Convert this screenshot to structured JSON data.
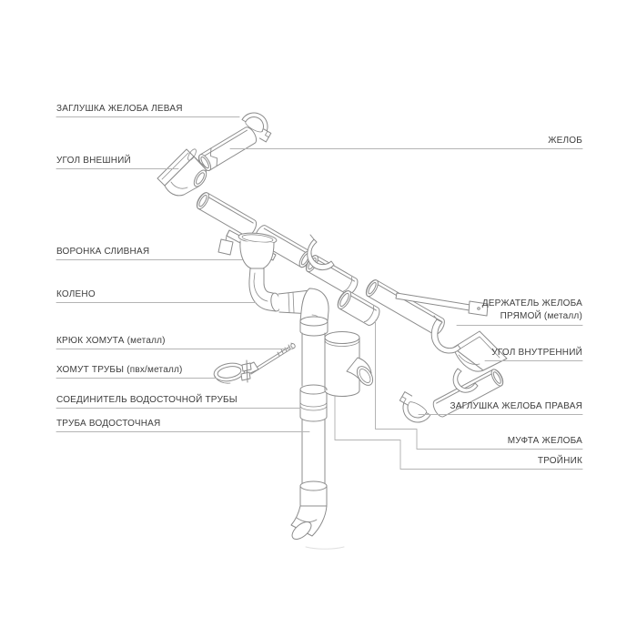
{
  "diagram": {
    "title_semantic": "gutter-system-parts-diagram",
    "line_color": "#8c8c8c",
    "leader_color": "#b4b4b4",
    "text_color": "#3d3d3d",
    "labels": [
      {
        "id": "zaglushka-levaya",
        "text": "ЗАГЛУШКА ЖЕЛОБА ЛЕВАЯ"
      },
      {
        "id": "ugol-vneshniy",
        "text": "УГОЛ ВНЕШНИЙ"
      },
      {
        "id": "voronka-slivnaya",
        "text": "ВОРОНКА СЛИВНАЯ"
      },
      {
        "id": "koleno",
        "text": "КОЛЕНО"
      },
      {
        "id": "kryuk-khomuta",
        "text": "КРЮК ХОМУТА (металл)"
      },
      {
        "id": "khomut-truby",
        "text": "ХОМУТ ТРУБЫ (пвх/металл)"
      },
      {
        "id": "soedinitel-truby",
        "text": "СОЕДИНИТЕЛЬ ВОДОСТОЧНОЙ ТРУБЫ"
      },
      {
        "id": "truba",
        "text": "ТРУБА ВОДОСТОЧНАЯ"
      },
      {
        "id": "zhelob",
        "text": "ЖЕЛОБ"
      },
      {
        "id": "derzhatel",
        "line1": "ДЕРЖАТЕЛЬ ЖЕЛОБА",
        "line2": "ПРЯМОЙ (металл)"
      },
      {
        "id": "ugol-vnutrenniy",
        "text": "УГОЛ ВНУТРЕННИЙ"
      },
      {
        "id": "zaglushka-pravaya",
        "text": "ЗАГЛУШКА ЖЕЛОБА ПРАВАЯ"
      },
      {
        "id": "mufta-zheloba",
        "text": "МУФТА ЖЕЛОБА"
      },
      {
        "id": "troynik",
        "text": "ТРОЙНИК"
      }
    ]
  }
}
